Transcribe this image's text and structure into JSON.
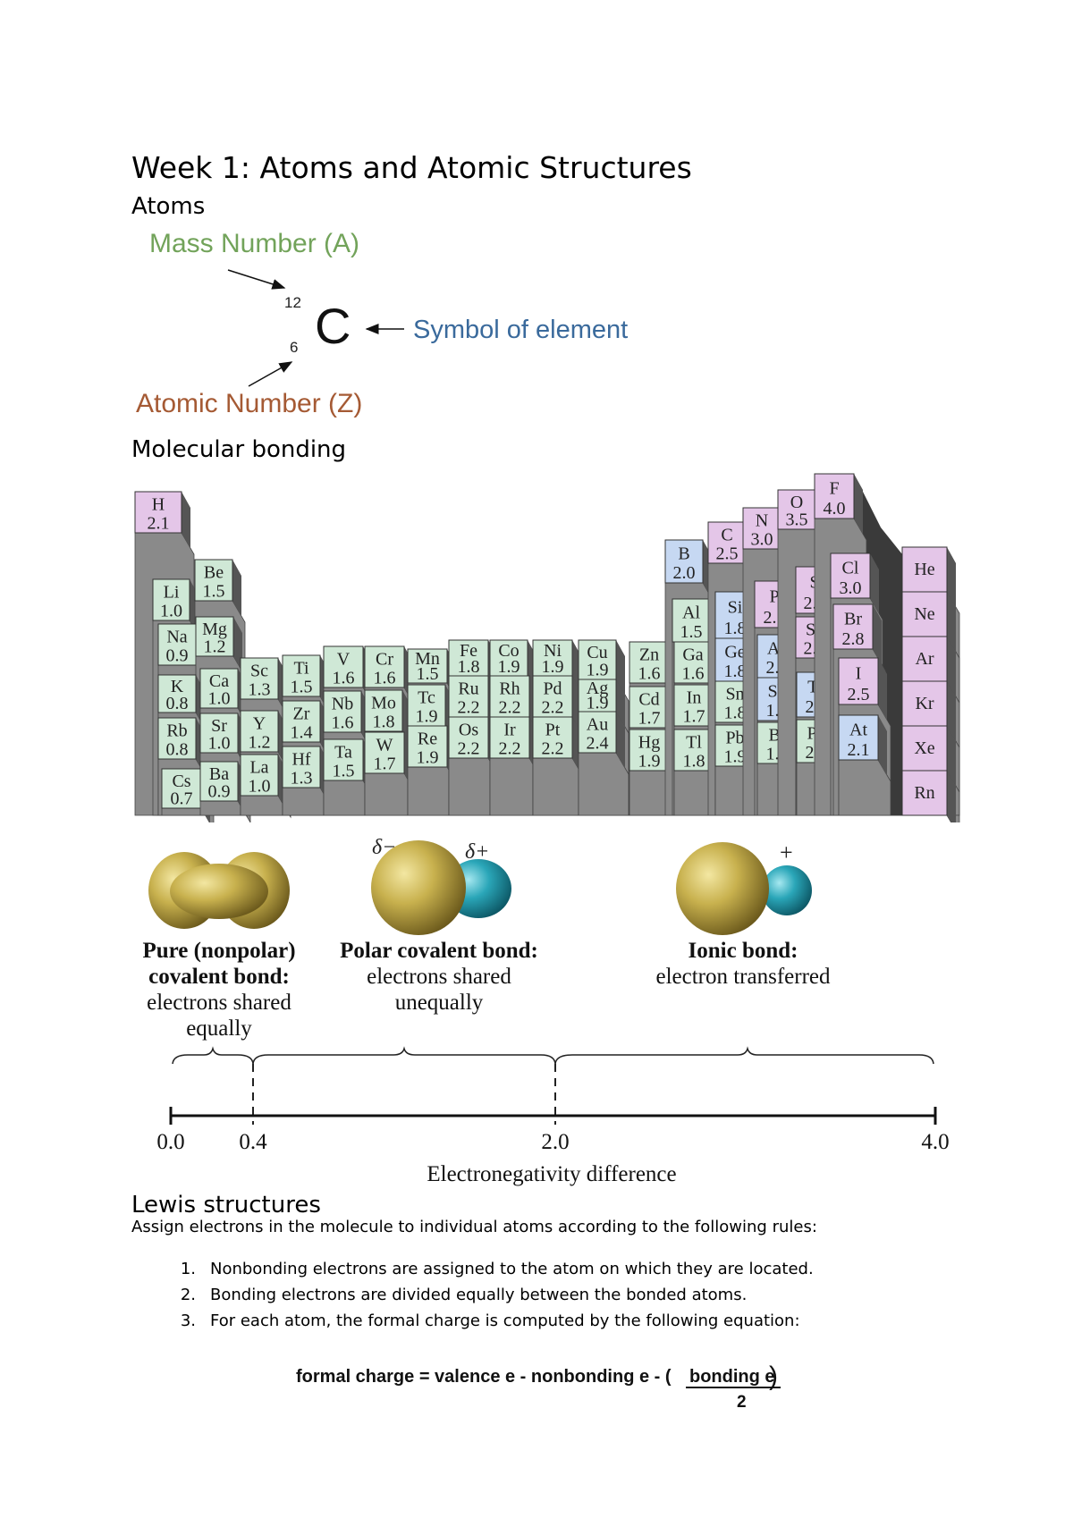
{
  "title": "Week 1: Atoms and Atomic Structures",
  "sections": {
    "atoms": "Atoms",
    "molecular_bonding": "Molecular bonding",
    "lewis": "Lewis structures"
  },
  "atom_diagram": {
    "mass_number_label": "Mass Number (A)",
    "mass_number": "12",
    "atomic_number": "6",
    "symbol": "C",
    "symbol_label": "Symbol of element",
    "atomic_number_label": "Atomic Number (Z)"
  },
  "periodic_table": {
    "elements": [
      {
        "sym": "H",
        "en": "2.1"
      },
      {
        "sym": "Li",
        "en": "1.0"
      },
      {
        "sym": "Be",
        "en": "1.5"
      },
      {
        "sym": "Na",
        "en": "0.9"
      },
      {
        "sym": "Mg",
        "en": "1.2"
      },
      {
        "sym": "K",
        "en": "0.8"
      },
      {
        "sym": "Ca",
        "en": "1.0"
      },
      {
        "sym": "Rb",
        "en": "0.8"
      },
      {
        "sym": "Sr",
        "en": "1.0"
      },
      {
        "sym": "Cs",
        "en": "0.7"
      },
      {
        "sym": "Ba",
        "en": "0.9"
      },
      {
        "sym": "Sc",
        "en": "1.3"
      },
      {
        "sym": "Y",
        "en": "1.2"
      },
      {
        "sym": "La",
        "en": "1.0"
      },
      {
        "sym": "Ti",
        "en": "1.5"
      },
      {
        "sym": "Zr",
        "en": "1.4"
      },
      {
        "sym": "Hf",
        "en": "1.3"
      },
      {
        "sym": "V",
        "en": "1.6"
      },
      {
        "sym": "Nb",
        "en": "1.6"
      },
      {
        "sym": "Ta",
        "en": "1.5"
      },
      {
        "sym": "Cr",
        "en": "1.6"
      },
      {
        "sym": "Mo",
        "en": "1.8"
      },
      {
        "sym": "W",
        "en": "1.7"
      },
      {
        "sym": "Mn",
        "en": "1.5"
      },
      {
        "sym": "Tc",
        "en": "1.9"
      },
      {
        "sym": "Re",
        "en": "1.9"
      },
      {
        "sym": "Fe",
        "en": "1.8"
      },
      {
        "sym": "Ru",
        "en": "2.2"
      },
      {
        "sym": "Os",
        "en": "2.2"
      },
      {
        "sym": "Co",
        "en": "1.9"
      },
      {
        "sym": "Rh",
        "en": "2.2"
      },
      {
        "sym": "Ir",
        "en": "2.2"
      },
      {
        "sym": "Ni",
        "en": "1.9"
      },
      {
        "sym": "Pd",
        "en": "2.2"
      },
      {
        "sym": "Pt",
        "en": "2.2"
      },
      {
        "sym": "Cu",
        "en": "1.9"
      },
      {
        "sym": "Ag",
        "en": "1.9"
      },
      {
        "sym": "Au",
        "en": "2.4"
      },
      {
        "sym": "Zn",
        "en": "1.6"
      },
      {
        "sym": "Cd",
        "en": "1.7"
      },
      {
        "sym": "Hg",
        "en": "1.9"
      },
      {
        "sym": "B",
        "en": "2.0"
      },
      {
        "sym": "Al",
        "en": "1.5"
      },
      {
        "sym": "Ga",
        "en": "1.6"
      },
      {
        "sym": "In",
        "en": "1.7"
      },
      {
        "sym": "Tl",
        "en": "1.8"
      },
      {
        "sym": "C",
        "en": "2.5"
      },
      {
        "sym": "Si",
        "en": "1.8"
      },
      {
        "sym": "Ge",
        "en": "1.8"
      },
      {
        "sym": "Sn",
        "en": "1.8"
      },
      {
        "sym": "Pb",
        "en": "1.9"
      },
      {
        "sym": "N",
        "en": "3.0"
      },
      {
        "sym": "P",
        "en": "2.1"
      },
      {
        "sym": "As",
        "en": "2.0"
      },
      {
        "sym": "Sb",
        "en": "1.9"
      },
      {
        "sym": "Bi",
        "en": "1.9"
      },
      {
        "sym": "O",
        "en": "3.5"
      },
      {
        "sym": "S",
        "en": "2.5"
      },
      {
        "sym": "Se",
        "en": "2.4"
      },
      {
        "sym": "Te",
        "en": "2.1"
      },
      {
        "sym": "Po",
        "en": "2.0"
      },
      {
        "sym": "F",
        "en": "4.0"
      },
      {
        "sym": "Cl",
        "en": "3.0"
      },
      {
        "sym": "Br",
        "en": "2.8"
      },
      {
        "sym": "I",
        "en": "2.5"
      },
      {
        "sym": "At",
        "en": "2.1"
      },
      {
        "sym": "He",
        "en": ""
      },
      {
        "sym": "Ne",
        "en": ""
      },
      {
        "sym": "Ar",
        "en": ""
      },
      {
        "sym": "Kr",
        "en": ""
      },
      {
        "sym": "Xe",
        "en": ""
      },
      {
        "sym": "Rn",
        "en": ""
      }
    ],
    "colors": {
      "green": "#cfe8d6",
      "blue": "#c6d8f2",
      "pink": "#e4c6e8",
      "side": "#8a8a8a",
      "top": "#c9c9c9"
    }
  },
  "bonds": {
    "delta_minus": "δ−",
    "delta_plus": "δ+",
    "plus": "+",
    "nonpolar": {
      "line1": "Pure (nonpolar)",
      "line2": "covalent bond:",
      "line3": "electrons shared",
      "line4": "equally"
    },
    "polar": {
      "line1": "Polar covalent bond:",
      "line2": "electrons shared",
      "line3": "unequally"
    },
    "ionic": {
      "line1": "Ionic bond:",
      "line2": "electron transferred"
    },
    "axis": {
      "t0": "0.0",
      "t1": "0.4",
      "t2": "2.0",
      "t3": "4.0",
      "label": "Electronegativity difference"
    },
    "colors": {
      "gold": "#c2ad48",
      "teal": "#2aa6b8"
    }
  },
  "lewis": {
    "intro": "Assign electrons in the molecule to individual atoms according to the following rules:",
    "rules": [
      {
        "num": "1.",
        "text": "Nonbonding electrons are assigned to the atom on which they are located."
      },
      {
        "num": "2.",
        "text": "Bonding electrons are divided equally between the bonded atoms."
      },
      {
        "num": "3.",
        "text": "For each atom, the formal charge is computed by the following equation:"
      }
    ],
    "formula": {
      "lhs": "formal charge = valence e - nonbonding e  -  (",
      "num": "bonding e",
      "rparen": ")",
      "den": "2"
    }
  }
}
